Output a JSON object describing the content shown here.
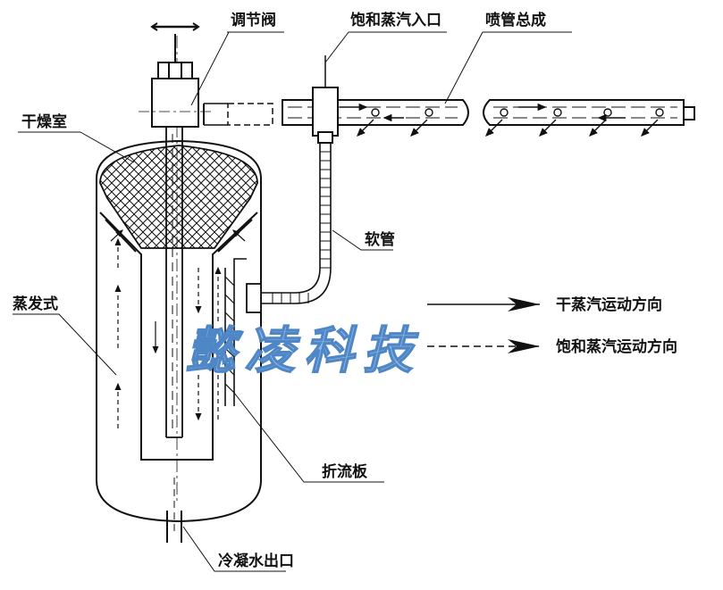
{
  "labels": {
    "valve": "调节阀",
    "steam_inlet": "饱和蒸汽入口",
    "nozzle_assembly": "喷管总成",
    "drying_chamber": "干燥室",
    "hose": "软管",
    "evaporator": "蒸发式",
    "baffle": "折流板",
    "condensate_outlet": "冷凝水出口"
  },
  "legend": {
    "dry_steam": "干蒸汽运动方向",
    "saturated_steam": "饱和蒸汽运动方向"
  },
  "watermark": "懿凌科技",
  "colors": {
    "line": "#111111",
    "watermark": "#8fb6e3"
  }
}
